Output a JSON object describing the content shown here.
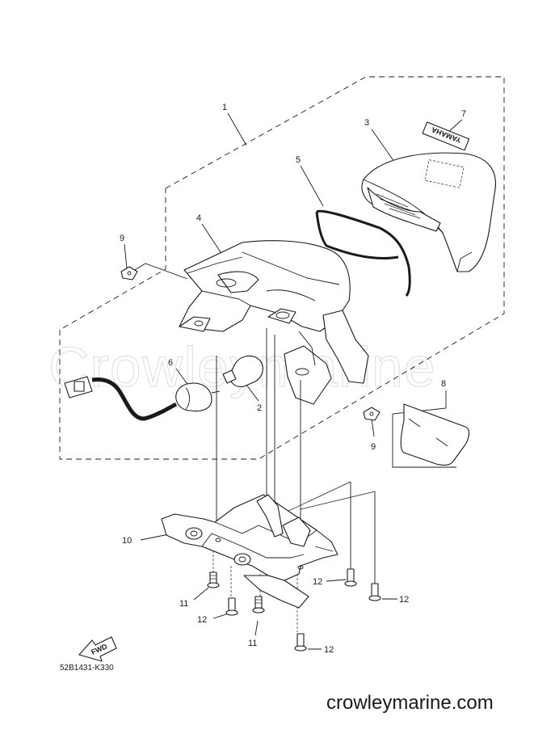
{
  "callouts": {
    "c1": "1",
    "c2": "2",
    "c3": "3",
    "c4": "4",
    "c5": "5",
    "c6": "6",
    "c7": "7",
    "c8": "8",
    "c9a": "9",
    "c9b": "9",
    "c10": "10",
    "c11a": "11",
    "c11b": "11",
    "c12a": "12",
    "c12b": "12",
    "c12c": "12",
    "c12d": "12"
  },
  "emblem_text": "YAMAHA",
  "fwd_label": "FWD",
  "watermark_text": "Crowleymarine",
  "diagram_code": "52B1431-K330",
  "footer_site": "crowleymarine.com"
}
